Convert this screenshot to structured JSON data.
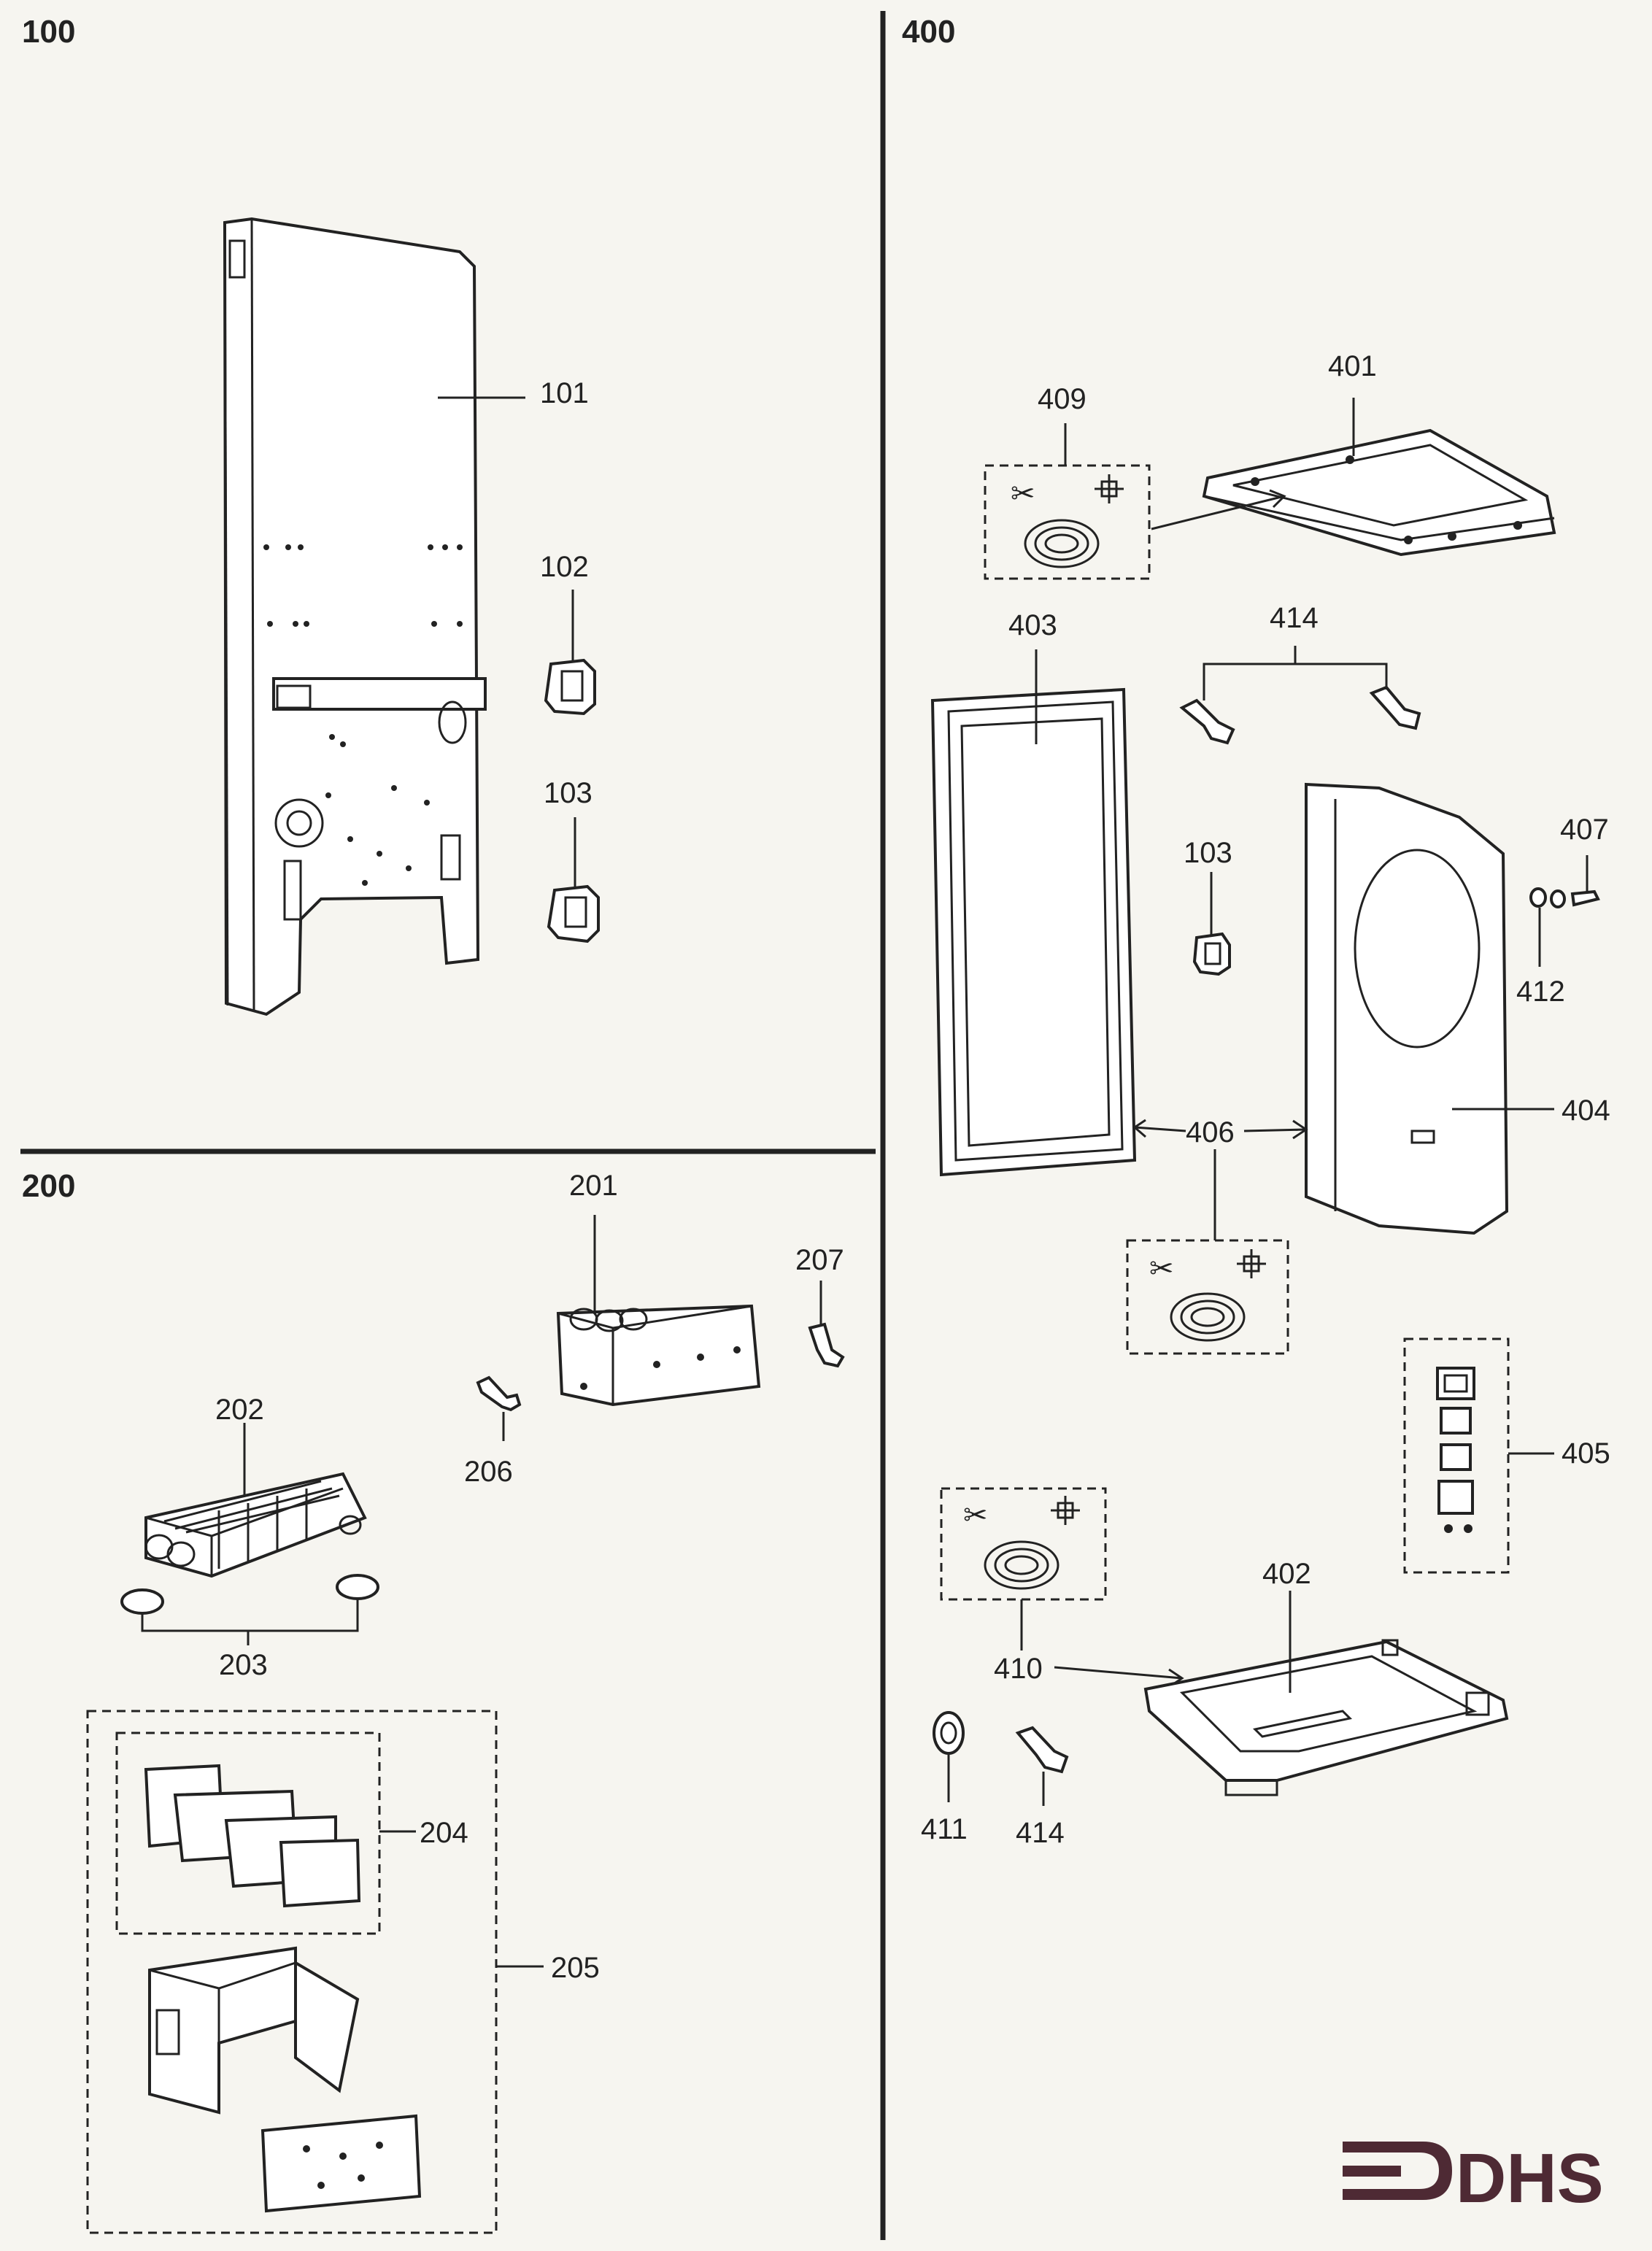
{
  "sections": {
    "s100": "100",
    "s200": "200",
    "s400": "400"
  },
  "callouts": {
    "c101": "101",
    "c102": "102",
    "c103a": "103",
    "c201": "201",
    "c202": "202",
    "c203": "203",
    "c204": "204",
    "c205": "205",
    "c206": "206",
    "c207": "207",
    "c401": "401",
    "c402": "402",
    "c403": "403",
    "c103b": "103",
    "c404": "404",
    "c405": "405",
    "c406": "406",
    "c407": "407",
    "c409": "409",
    "c410": "410",
    "c411": "411",
    "c412": "412",
    "c414a": "414",
    "c414b": "414"
  },
  "logo": {
    "text": "DHS",
    "color": "#4e2a34"
  },
  "colors": {
    "ink": "#222222",
    "paper": "#f6f5f0"
  }
}
